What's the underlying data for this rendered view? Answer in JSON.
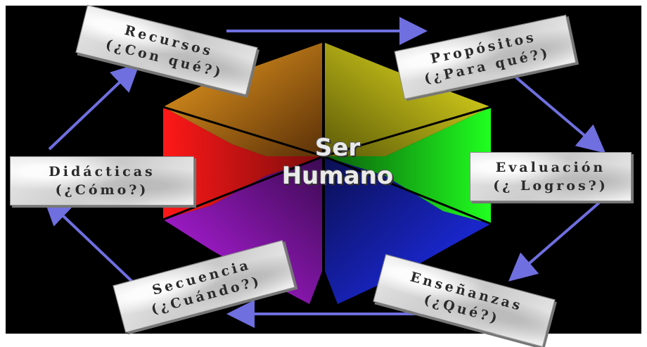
{
  "center": {
    "line1": "Ser",
    "line2": "Humano"
  },
  "colors": {
    "background": "#000000",
    "arrow": "#6f6fe0",
    "red": "#e8141e",
    "orange": "#d8881a",
    "yellow": "#d6cc10",
    "green": "#18d418",
    "blue": "#1e2ad8",
    "purple": "#a21ad0"
  },
  "nodes": {
    "recursos": {
      "title": "Recursos",
      "subtitle": "(¿Con qué?)"
    },
    "propositos": {
      "title": "Propósitos",
      "subtitle": "(¿Para qué?)"
    },
    "evaluacion": {
      "title": "Evaluación",
      "subtitle": "(¿ Logros?)"
    },
    "ensenanzas": {
      "title": "Enseñanzas",
      "subtitle": "(¿Qué?)"
    },
    "secuencia": {
      "title": "Secuencia",
      "subtitle": "(¿Cuándo?)"
    },
    "didacticas": {
      "title": "Didácticas",
      "subtitle": "(¿Cómo?)"
    }
  },
  "edges": [
    {
      "from": "recursos",
      "to": "propositos"
    },
    {
      "from": "propositos",
      "to": "evaluacion"
    },
    {
      "from": "evaluacion",
      "to": "ensenanzas"
    },
    {
      "from": "ensenanzas",
      "to": "secuencia"
    },
    {
      "from": "secuencia",
      "to": "didacticas"
    },
    {
      "from": "didacticas",
      "to": "recursos"
    }
  ]
}
